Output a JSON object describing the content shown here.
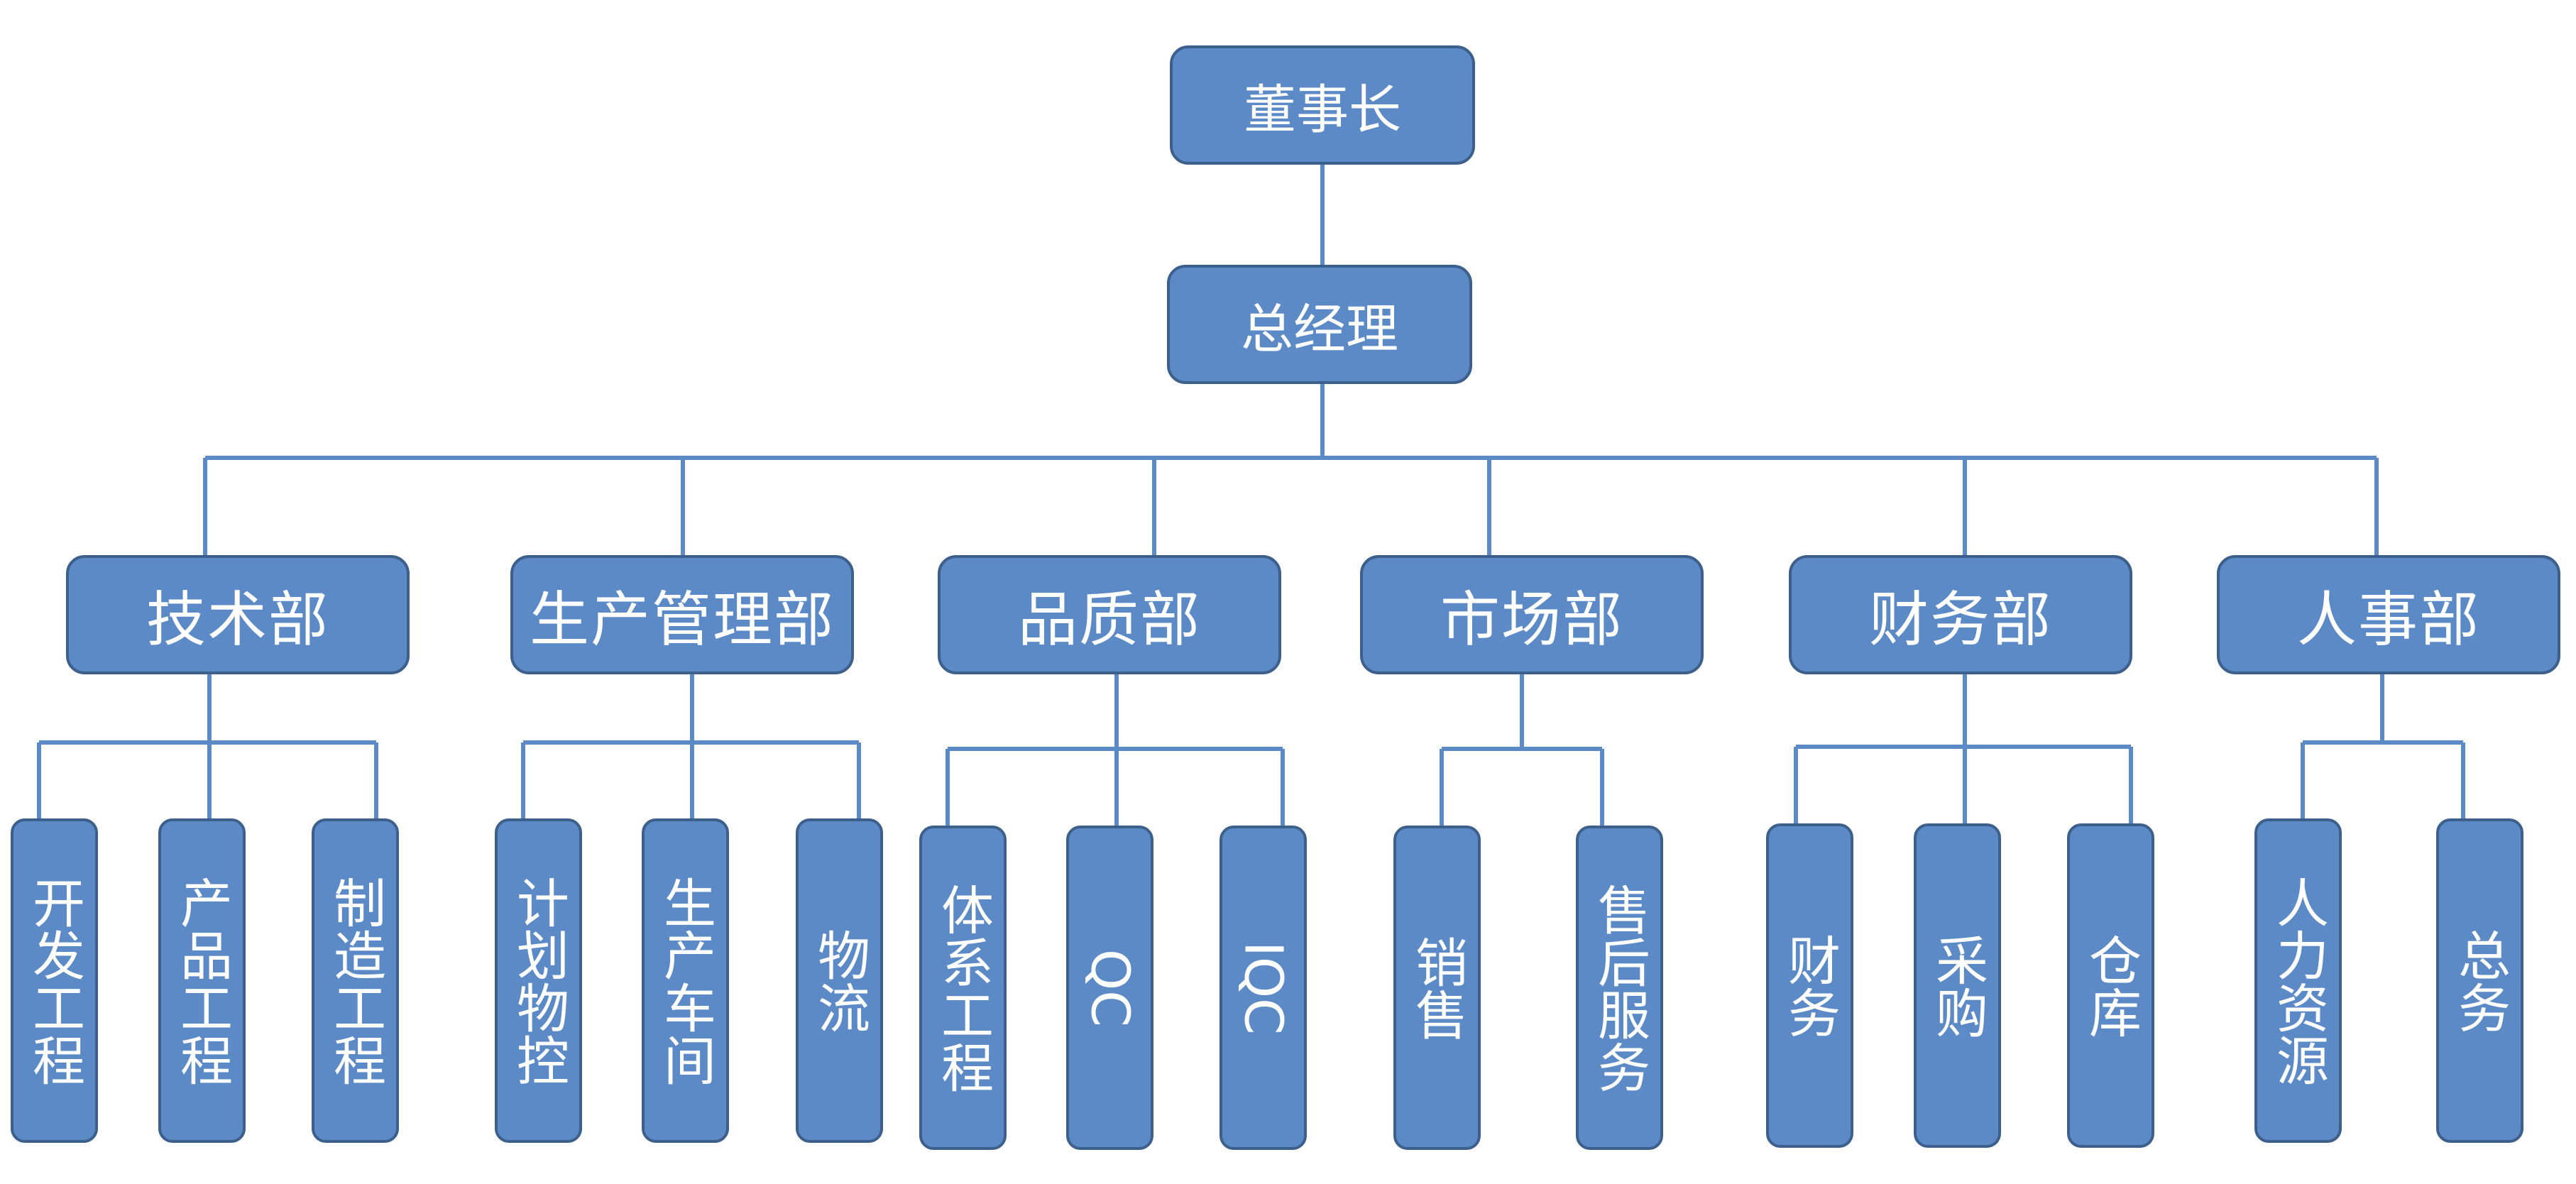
{
  "chart_title": "",
  "colors": {
    "box_fill": "#5b8ac6",
    "box_border": "#3d5f8c",
    "connector": "#5b8ac6",
    "text": "#ffffff"
  },
  "root": {
    "label": "董事长"
  },
  "ceo": {
    "label": "总经理"
  },
  "departments": [
    {
      "label": "技术部",
      "children": [
        "开发工程",
        "产品工程",
        "制造工程"
      ]
    },
    {
      "label": "生产管理部",
      "children": [
        "计划物控",
        "生产车间",
        "物流"
      ]
    },
    {
      "label": "品质部",
      "children": [
        "体系工程",
        "QC",
        "IQC"
      ]
    },
    {
      "label": "市场部",
      "children": [
        "销售",
        "售后服务"
      ]
    },
    {
      "label": "财务部",
      "children": [
        "财务",
        "采购",
        "仓库"
      ]
    },
    {
      "label": "人事部",
      "children": [
        "人力资源",
        "总务"
      ]
    }
  ]
}
